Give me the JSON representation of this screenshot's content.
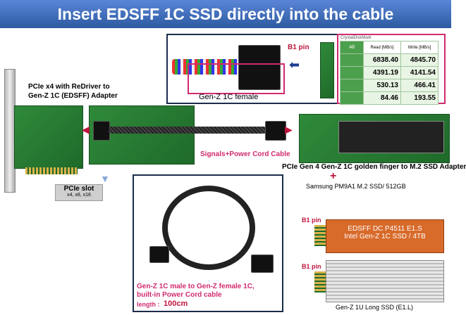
{
  "title": "Insert EDSFF 1C SSD directly into the cable",
  "adapter_label_line1": "PCIe x4 with ReDriver to",
  "adapter_label_line2": "Gen-Z 1C (EDSFF) Adapter",
  "pcie_slot": "PCIe slot",
  "pcie_slot_sub": "x4, x8, x16",
  "b1_pin": "B1 pin",
  "genz_female": "Gen-Z 1C female",
  "signals_cable": "Signals+Power Cord Cable",
  "m2_adapter": "PCIe Gen 4 Gen-Z 1C golden finger to M.2 SSD Adapter",
  "plus": "+",
  "samsung": "Samsung PM9A1 M.2 SSD/ 512GB",
  "cable_desc_line1": "Gen-Z 1C male to Gen-Z female 1C,",
  "cable_desc_line2": "built-in Power Cord cable",
  "length_label": "length :",
  "length_value": "100cm",
  "edsff_line1": "EDSFF DC P4511 E1.S",
  "edsff_line2": "Intel Gen-Z 1C SSD / 4TB",
  "b1_pin_2": "B1 pin",
  "b1_pin_3": "B1 pin",
  "genz_long": "Gen-Z 1U Long SSD (E1.L)",
  "cdm": {
    "header_read": "Read [MB/s]",
    "header_write": "Write [MB/s]",
    "rows": [
      {
        "read": "6838.40",
        "write": "4845.70"
      },
      {
        "read": "4391.19",
        "write": "4141.54"
      },
      {
        "read": "530.13",
        "write": "466.41"
      },
      {
        "read": "84.46",
        "write": "193.55"
      }
    ]
  },
  "colors": {
    "banner": "#2c5aa0",
    "accent_red": "#c0143c",
    "pink": "#d12a6f",
    "pcb": "#1f6a2a"
  }
}
